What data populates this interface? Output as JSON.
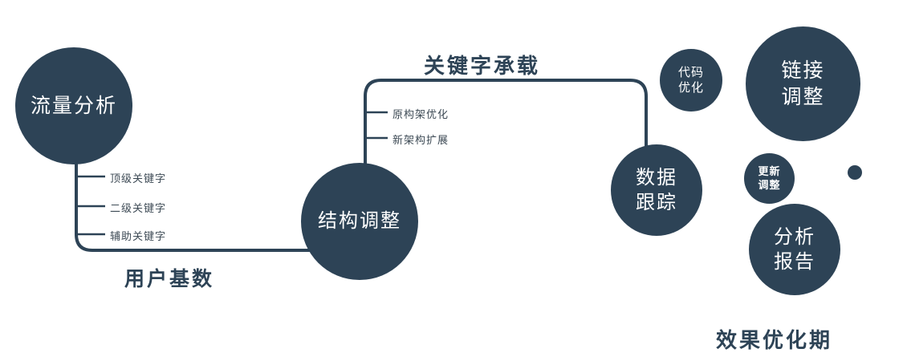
{
  "colors": {
    "primary": "#2d4356",
    "branch_text": "#3d4a55",
    "background": "#ffffff",
    "node_text": "#ffffff"
  },
  "nodes": {
    "traffic": {
      "label": "流量分析"
    },
    "structure": {
      "label": "结构调整"
    },
    "data_tracking": {
      "line1": "数据",
      "line2": "跟踪"
    },
    "code_optimization": {
      "line1": "代码",
      "line2": "优化"
    },
    "link_adjustment": {
      "line1": "链接",
      "line2": "调整"
    },
    "update_adjustment": {
      "line1": "更新",
      "line2": "调整"
    },
    "analysis_report": {
      "line1": "分析",
      "line2": "报告"
    }
  },
  "labels": {
    "user_base": "用户基数",
    "keyword_carry": "关键字承载",
    "effect_period": "效果优化期"
  },
  "branches": {
    "left": [
      "顶级关键字",
      "二级关键字",
      "辅助关键字"
    ],
    "middle": [
      "原构架优化",
      "新架构扩展"
    ]
  }
}
